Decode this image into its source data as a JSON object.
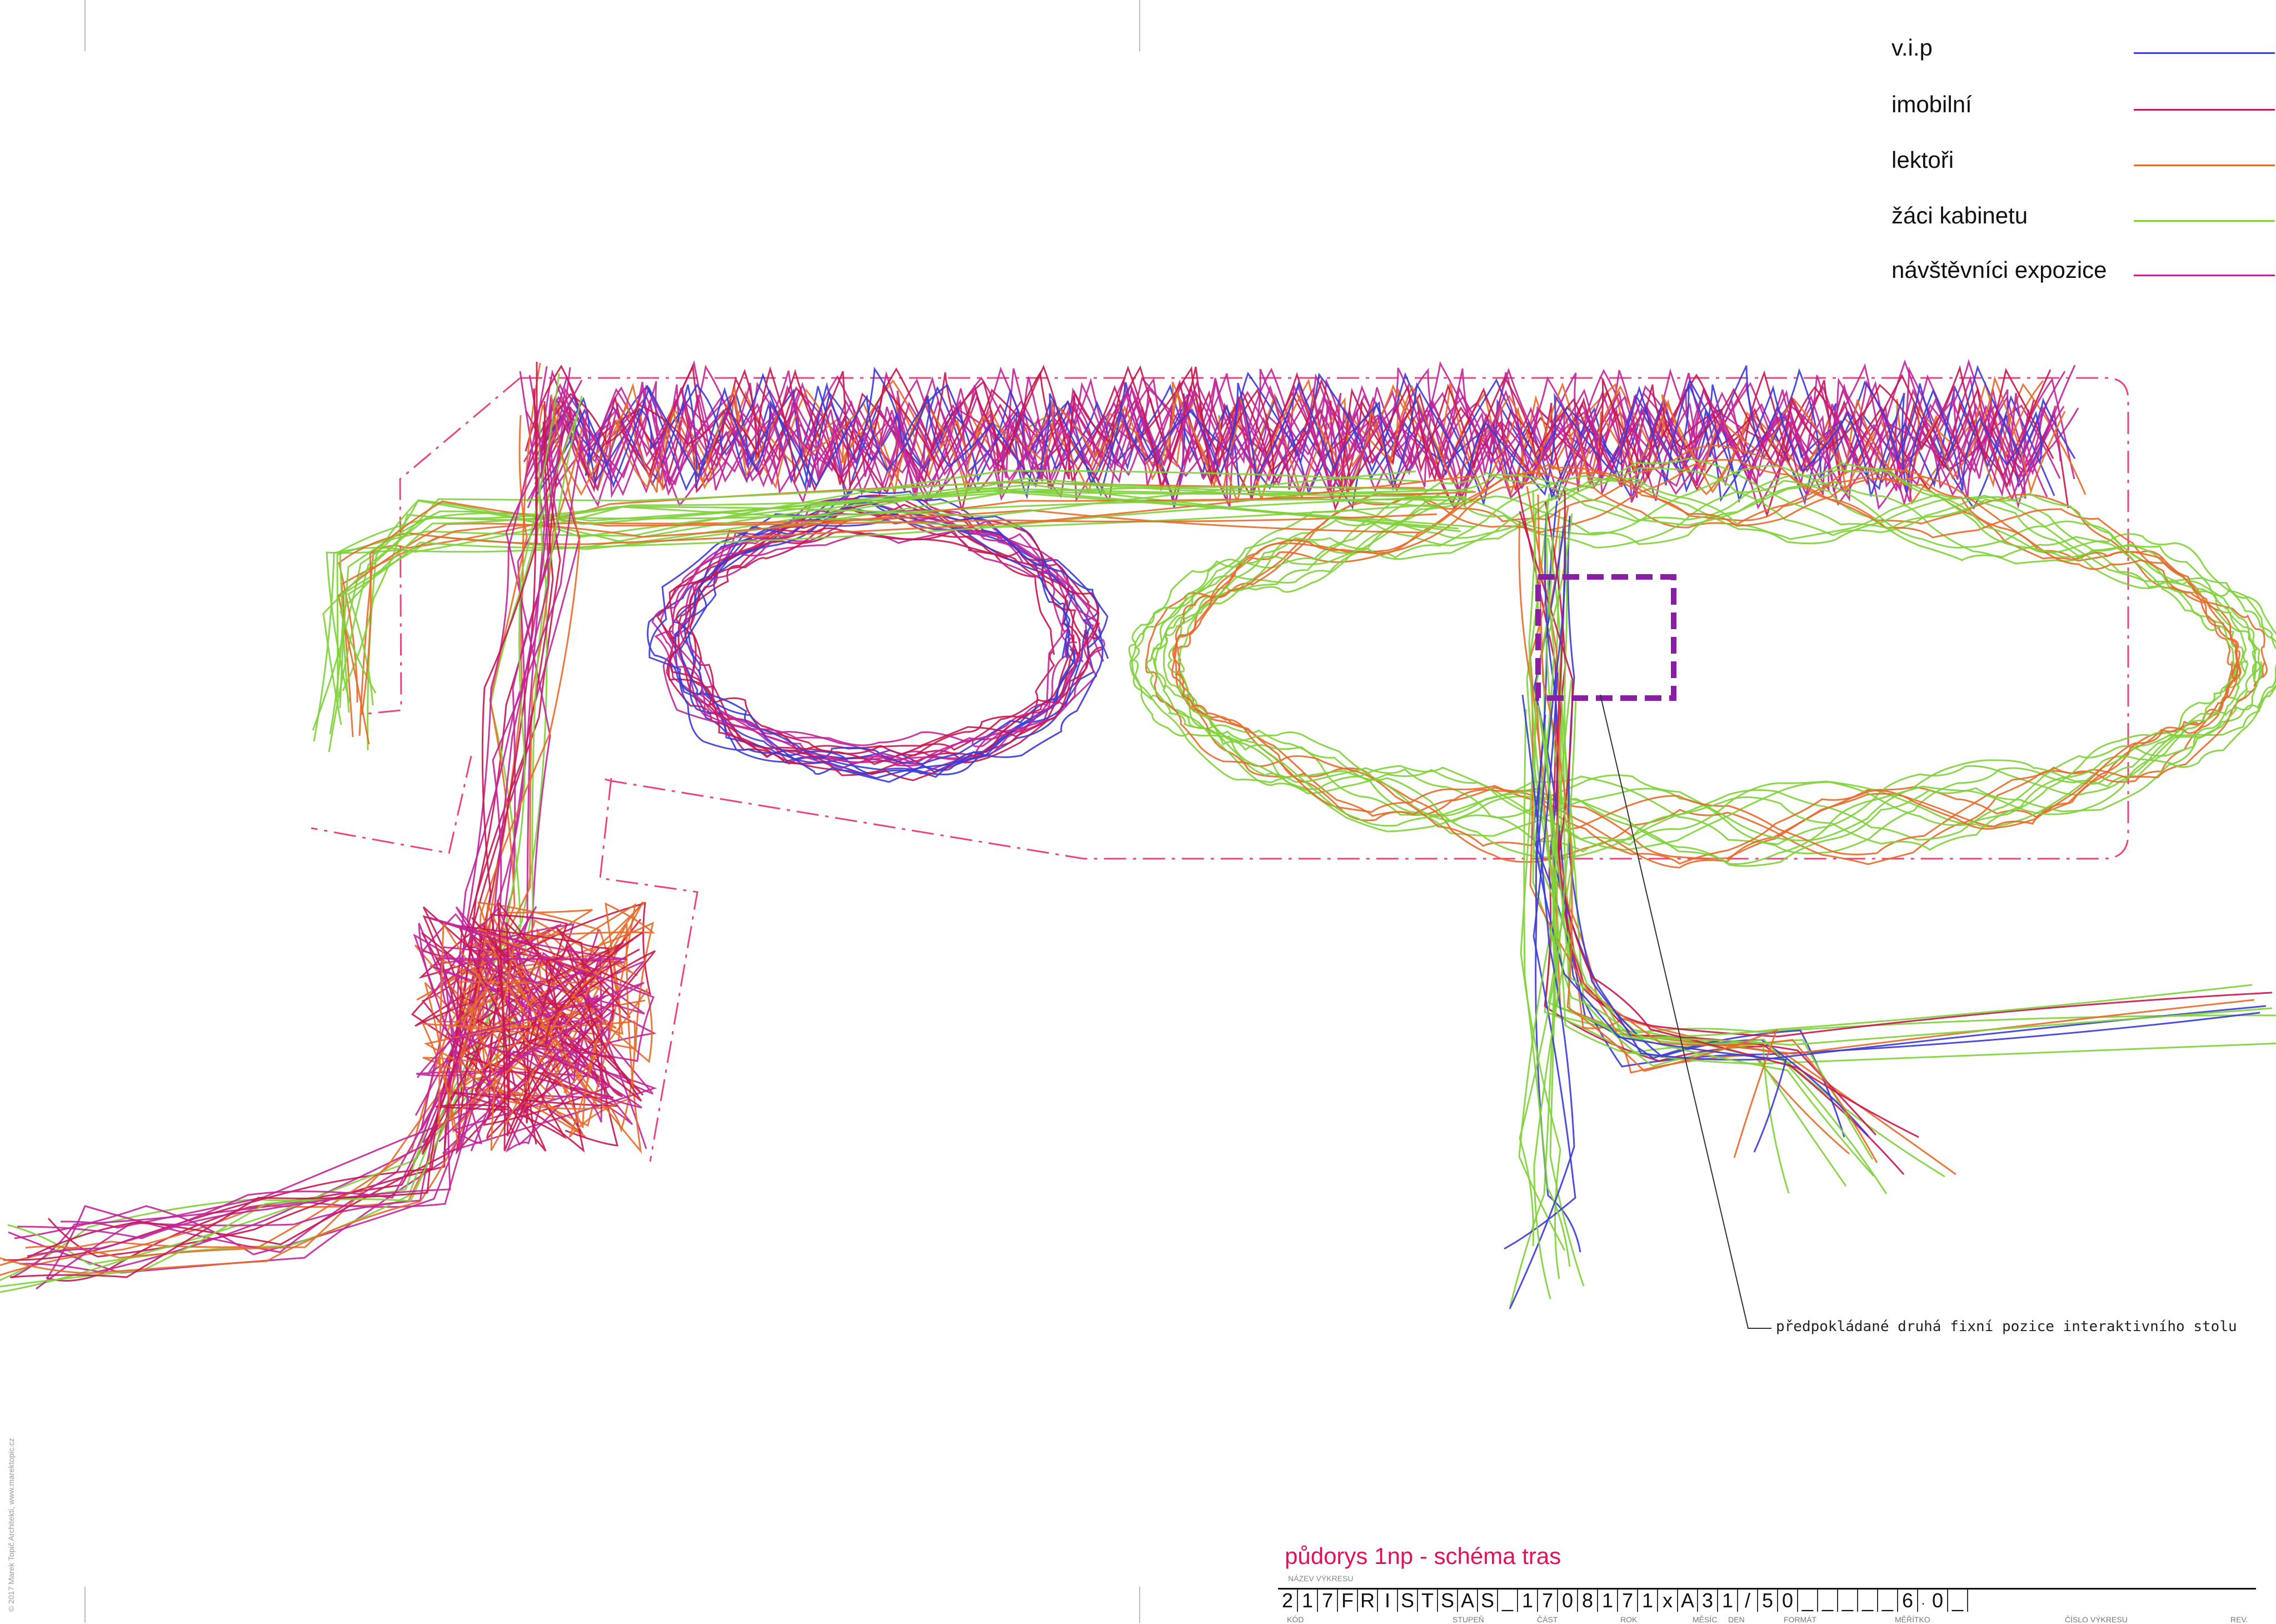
{
  "legend": [
    {
      "label": "v.i.p",
      "color": "#3b3bd6"
    },
    {
      "label": "imobilní",
      "color": "#c8174f"
    },
    {
      "label": "lektoři",
      "color": "#e56a2a"
    },
    {
      "label": "žáci kabinetu",
      "color": "#7fd23a"
    },
    {
      "label": "návštěvníci expozice",
      "color": "#c2259a"
    }
  ],
  "callout": {
    "text": "předpokládané druhá fixní pozice interaktivního stolu"
  },
  "colors": {
    "boundary": "#e8467c",
    "table_marker": "#8a1fa6",
    "title": "#e0115f"
  },
  "credit": "© 2017 Marek Topič Architekti, www.marektopic.cz",
  "title_block": {
    "title": "půdorys 1np - schéma tras",
    "subtitle": "NÁZEV VÝKRESU",
    "code_chars": [
      "2",
      "1",
      "7",
      "F",
      "R",
      "I",
      "S",
      "T",
      "S",
      "A",
      "S",
      "_",
      "1",
      "7",
      "0",
      "8",
      "1",
      "7",
      "1",
      "x",
      "A",
      "3",
      "1",
      "/",
      "5",
      "0",
      "_",
      "_",
      "_",
      "_",
      "_",
      "6",
      ".",
      "0",
      "_"
    ],
    "field_labels": [
      "KÓD",
      "STUPEŇ",
      "ČÁST",
      "ROK",
      "MĚSÍC",
      "DEN",
      "FORMÁT",
      "MĚŘÍTKO",
      "ČÍSLO VÝKRESU",
      "REV."
    ]
  }
}
